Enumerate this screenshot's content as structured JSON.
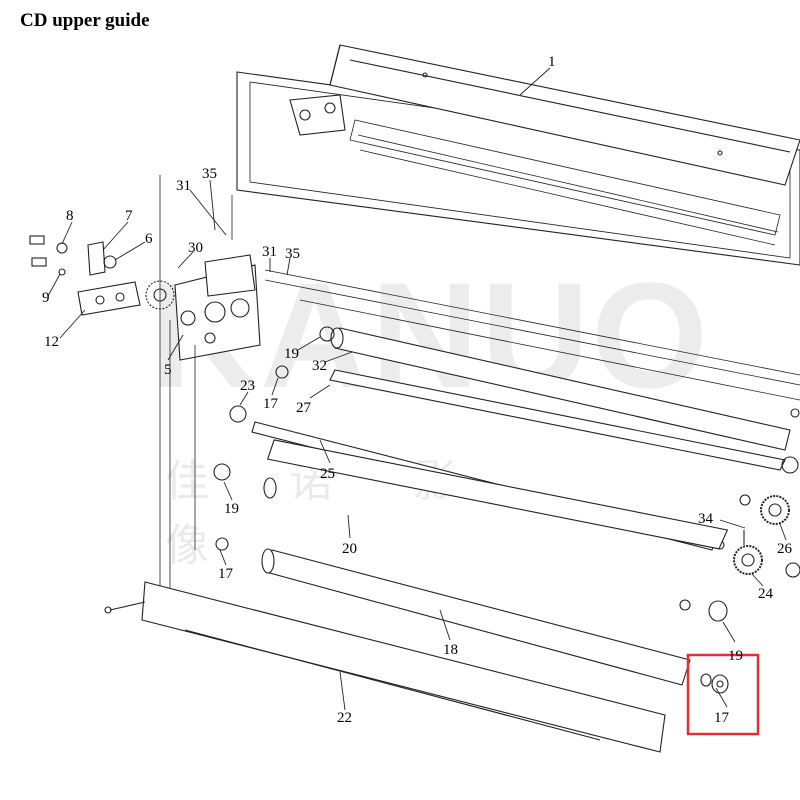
{
  "title": "CD upper guide",
  "watermark": {
    "latin": "KANUO",
    "cjk": "佳诺影像"
  },
  "callouts": [
    {
      "id": "c1",
      "label": "1"
    },
    {
      "id": "c8",
      "label": "8"
    },
    {
      "id": "c7",
      "label": "7"
    },
    {
      "id": "c6",
      "label": "6"
    },
    {
      "id": "c9",
      "label": "9"
    },
    {
      "id": "c12",
      "label": "12"
    },
    {
      "id": "c5",
      "label": "5"
    },
    {
      "id": "c30",
      "label": "30"
    },
    {
      "id": "c31a",
      "label": "31"
    },
    {
      "id": "c35a",
      "label": "35"
    },
    {
      "id": "c31b",
      "label": "31"
    },
    {
      "id": "c35b",
      "label": "35"
    },
    {
      "id": "c19a",
      "label": "19"
    },
    {
      "id": "c32",
      "label": "32"
    },
    {
      "id": "c23",
      "label": "23"
    },
    {
      "id": "c17a",
      "label": "17"
    },
    {
      "id": "c27",
      "label": "27"
    },
    {
      "id": "c25",
      "label": "25"
    },
    {
      "id": "c19b",
      "label": "19"
    },
    {
      "id": "c20",
      "label": "20"
    },
    {
      "id": "c17b",
      "label": "17"
    },
    {
      "id": "c18",
      "label": "18"
    },
    {
      "id": "c22",
      "label": "22"
    },
    {
      "id": "c34",
      "label": "34"
    },
    {
      "id": "c26",
      "label": "26"
    },
    {
      "id": "c24",
      "label": "24"
    },
    {
      "id": "c19c",
      "label": "19"
    },
    {
      "id": "c17c",
      "label": "17"
    }
  ],
  "highlight": {
    "color": "#e0322d",
    "target_label": "17"
  }
}
